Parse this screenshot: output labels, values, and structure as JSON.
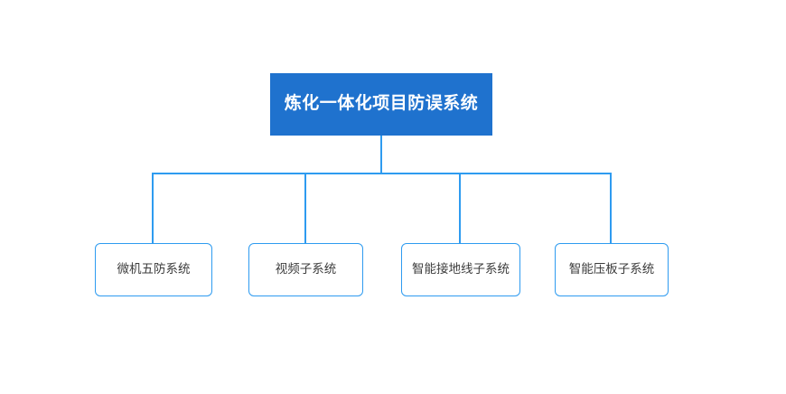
{
  "diagram": {
    "type": "org-chart",
    "title_node": {
      "label": "炼化一体化项目防误系统",
      "fill_color": "#1f72ce",
      "text_color": "#ffffff"
    },
    "children": [
      {
        "label": "微机五防系统"
      },
      {
        "label": "视频子系统"
      },
      {
        "label": "智能接地线子系统"
      },
      {
        "label": "智能压板子系统"
      }
    ],
    "colors": {
      "root_fill": "#1f72ce",
      "child_border": "#2e9bf0",
      "child_fill": "#ffffff",
      "child_text": "#3c3c3c",
      "connector": "#2e9bf0",
      "background": "#ffffff"
    }
  }
}
